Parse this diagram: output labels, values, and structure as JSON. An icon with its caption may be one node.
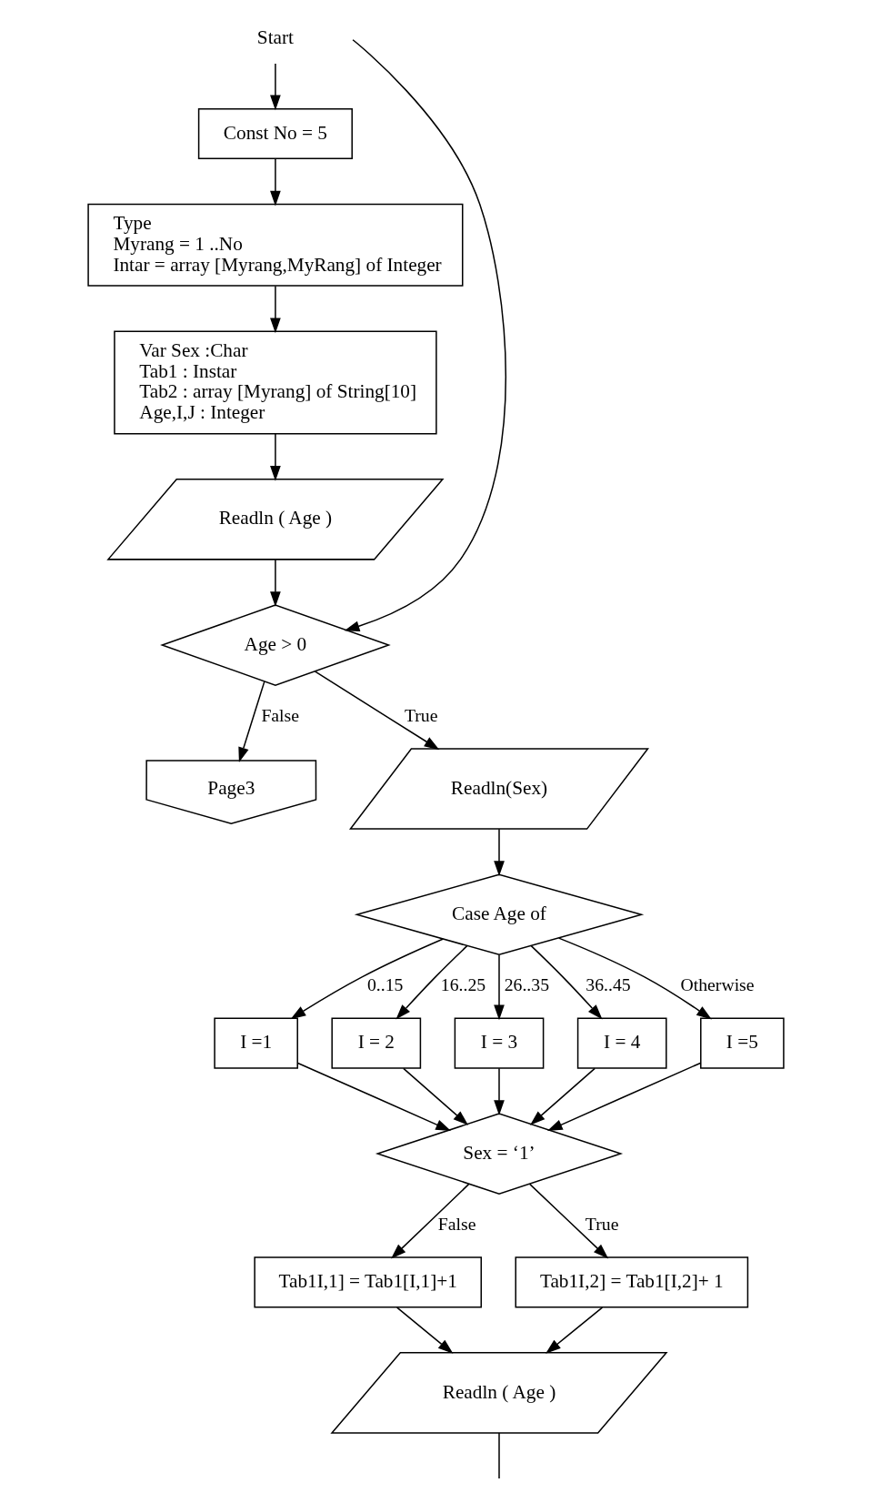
{
  "diagram": {
    "nodes": [
      {
        "text": [
          "Start"
        ]
      },
      {
        "text": [
          "Const No = 5"
        ]
      },
      {
        "text": [
          "Type",
          "Myrang = 1 ..No",
          "Intar = array [Myrang,MyRang] of Integer"
        ]
      },
      {
        "text": [
          "Var Sex :Char",
          "Tab1 : Instar",
          "Tab2 : array [Myrang] of String[10]",
          "Age,I,J : Integer"
        ]
      },
      {
        "text": [
          "Readln ( Age )"
        ]
      },
      {
        "text": [
          "Age > 0"
        ]
      },
      {
        "text": [
          "Page3"
        ]
      },
      {
        "text": [
          "Readln(Sex)"
        ]
      },
      {
        "text": [
          "Case Age of"
        ]
      },
      {
        "text": [
          "I =1"
        ]
      },
      {
        "text": [
          "I = 2"
        ]
      },
      {
        "text": [
          "I = 3"
        ]
      },
      {
        "text": [
          "I = 4"
        ]
      },
      {
        "text": [
          "I =5"
        ]
      },
      {
        "text": [
          "Sex = ‘1’"
        ]
      },
      {
        "text": [
          "Tab1I,1] = Tab1[I,1]+1"
        ]
      },
      {
        "text": [
          "Tab1I,2] = Tab1[I,2]+ 1"
        ]
      },
      {
        "text": [
          "Readln ( Age )"
        ]
      }
    ],
    "edges": [
      {
        "from": 0,
        "to": 1,
        "arrow": "to"
      },
      {
        "from": 1,
        "to": 2,
        "arrow": "to"
      },
      {
        "from": 2,
        "to": 3,
        "arrow": "to"
      },
      {
        "from": 3,
        "to": 4,
        "arrow": "to"
      },
      {
        "from": 4,
        "to": 5,
        "arrow": "to"
      },
      {
        "from": null,
        "to": 5,
        "arrow": "to"
      },
      {
        "from": 5,
        "to": 6,
        "arrow": "to",
        "label": "False"
      },
      {
        "from": 5,
        "to": 7,
        "arrow": "to",
        "label": "True"
      },
      {
        "from": 7,
        "to": 8,
        "arrow": "to"
      },
      {
        "from": 8,
        "to": 9,
        "arrow": "to",
        "label": "0..15"
      },
      {
        "from": 8,
        "to": 10,
        "arrow": "to",
        "label": "16..25"
      },
      {
        "from": 8,
        "to": 11,
        "arrow": "to",
        "label": "26..35"
      },
      {
        "from": 8,
        "to": 12,
        "arrow": "to",
        "label": "36..45"
      },
      {
        "from": 8,
        "to": 13,
        "arrow": "to",
        "label": "Otherwise"
      },
      {
        "from": 9,
        "to": 14,
        "arrow": "to"
      },
      {
        "from": 10,
        "to": 14,
        "arrow": "to"
      },
      {
        "from": 11,
        "to": 14,
        "arrow": "to"
      },
      {
        "from": 12,
        "to": 14,
        "arrow": "to"
      },
      {
        "from": 13,
        "to": 14,
        "arrow": "to"
      },
      {
        "from": 14,
        "to": 15,
        "arrow": "to",
        "label": "False"
      },
      {
        "from": 14,
        "to": 16,
        "arrow": "to",
        "label": "True"
      },
      {
        "from": 15,
        "to": 17,
        "arrow": "to"
      },
      {
        "from": 16,
        "to": 17,
        "arrow": "to"
      },
      {
        "from": 17,
        "to": null,
        "arrow": "none"
      }
    ]
  }
}
